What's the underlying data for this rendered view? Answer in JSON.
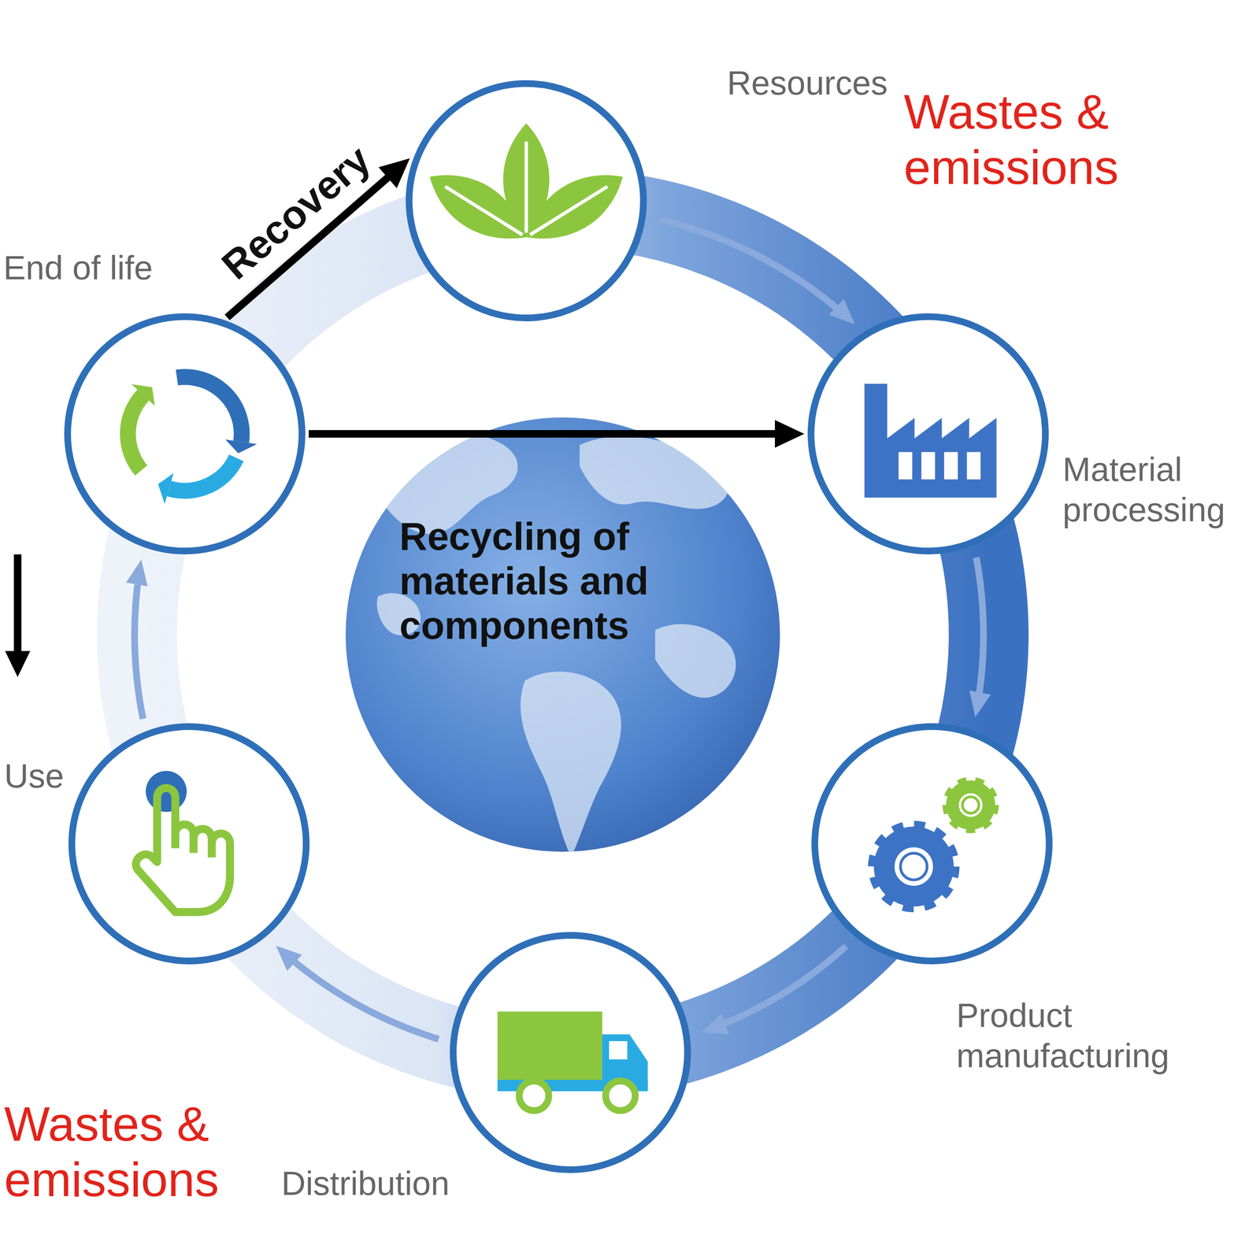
{
  "diagram": {
    "nodes": [
      {
        "text": [
          "Resources"
        ]
      },
      {
        "text": [
          "Material processing"
        ]
      },
      {
        "text": [
          "Product manufacturing"
        ]
      },
      {
        "text": [
          "Distribution"
        ]
      },
      {
        "text": [
          "Use"
        ]
      },
      {
        "text": [
          "End of life"
        ]
      }
    ],
    "edges": [
      {
        "from": 0,
        "to": 1,
        "arrow": "to"
      },
      {
        "from": 1,
        "to": 2,
        "arrow": "to"
      },
      {
        "from": 2,
        "to": 3,
        "arrow": "to"
      },
      {
        "from": 3,
        "to": 4,
        "arrow": "to"
      },
      {
        "from": 4,
        "to": 5,
        "arrow": "to"
      },
      {
        "from": 5,
        "to": 1,
        "label": "Recycling of materials and components",
        "arrow": "to"
      },
      {
        "from": 5,
        "to": 0,
        "label": "Recovery",
        "arrow": "to"
      }
    ],
    "labels": [
      "Wastes & emissions",
      "Wastes & emissions"
    ]
  }
}
